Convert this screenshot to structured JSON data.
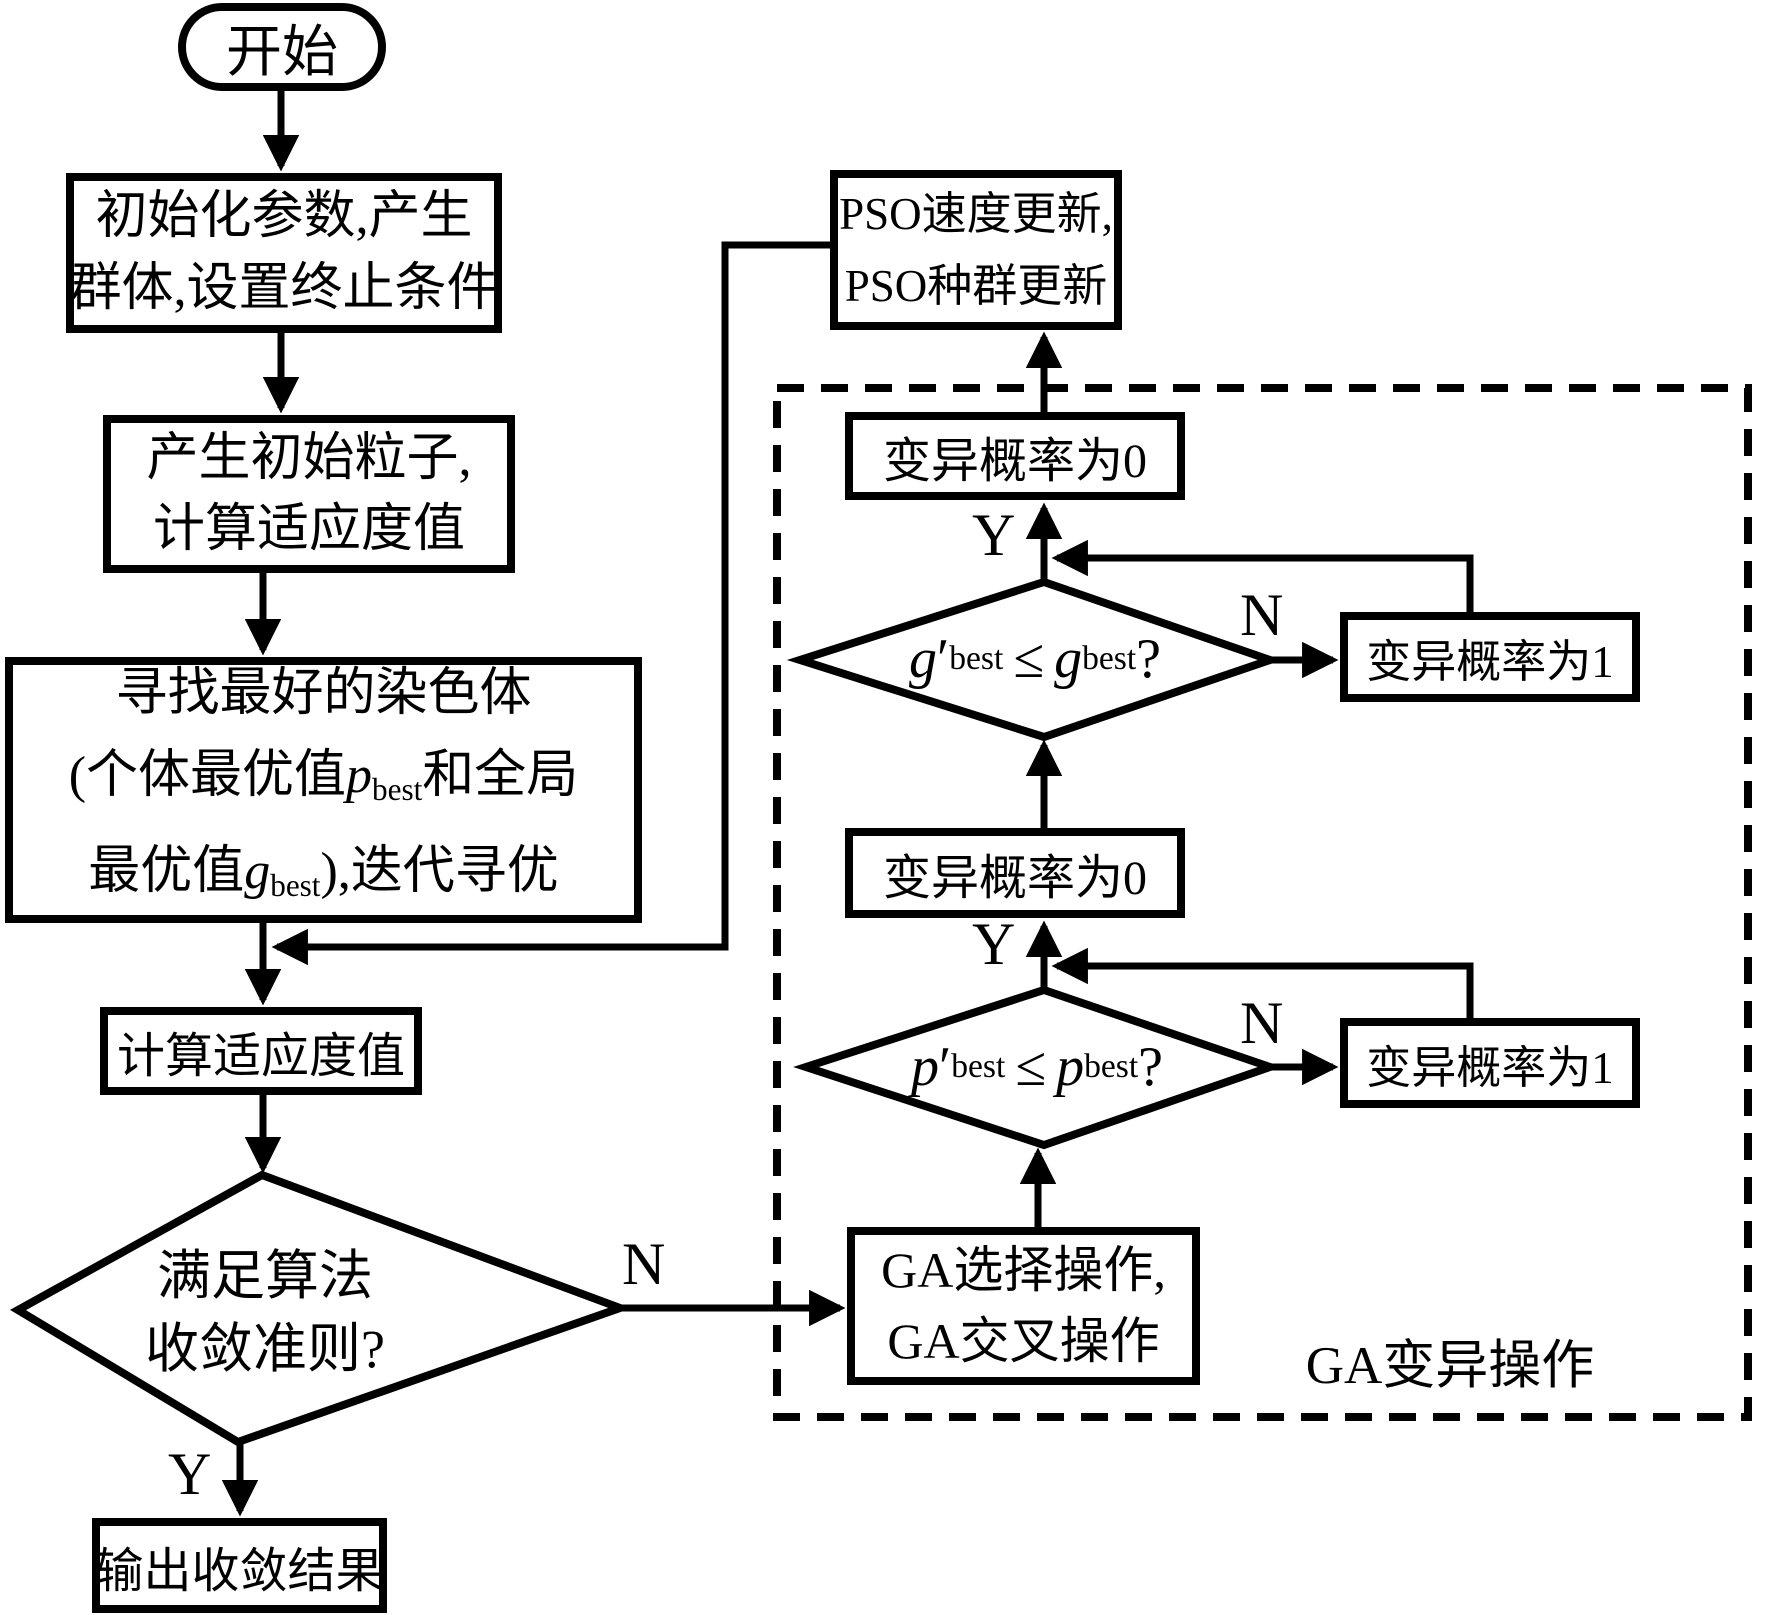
{
  "figure": {
    "start": "开始",
    "init_box": {
      "line1": "初始化参数,产生",
      "line2": "群体,设置终止条件"
    },
    "particles_box": {
      "line1": "产生初始粒子,",
      "line2": "计算适应度值"
    },
    "chromosome_box": {
      "line1": "寻找最好的染色体",
      "line2_pre": "(个体最优值",
      "line2_var": "p",
      "line2_sub": "best",
      "line2_post": "和全局",
      "line3_pre": "最优值",
      "line3_var": "g",
      "line3_sub": "best",
      "line3_post": "),迭代寻优"
    },
    "fitness_box": "计算适应度值",
    "converge_diamond": {
      "line1": "满足算法",
      "line2": "收敛准则?"
    },
    "output_box": "输出收敛结果",
    "pso_box": {
      "line1": "PSO速度更新,",
      "line2": "PSO种群更新"
    },
    "mut_prob_zero_top": "变异概率为0",
    "mut_prob_one_top": "变异概率为1",
    "mut_prob_zero_bottom": "变异概率为0",
    "mut_prob_one_bottom": "变异概率为1",
    "g_decision": {
      "v1": "g",
      "prime": "′",
      "s1": "best",
      "op": "≤",
      "v2": "g",
      "s2": "best",
      "tail": "?"
    },
    "p_decision": {
      "v1": "p",
      "prime": "′",
      "s1": "best",
      "op": "≤",
      "v2": "p",
      "s2": "best",
      "tail": "?"
    },
    "ga_box": {
      "line1": "GA选择操作,",
      "line2": "GA交叉操作"
    },
    "ga_mutation_region_label": "GA变异操作",
    "labels": {
      "yes": "Y",
      "no": "N"
    },
    "colors": {
      "ink": "#000000",
      "background": "#ffffff"
    }
  }
}
